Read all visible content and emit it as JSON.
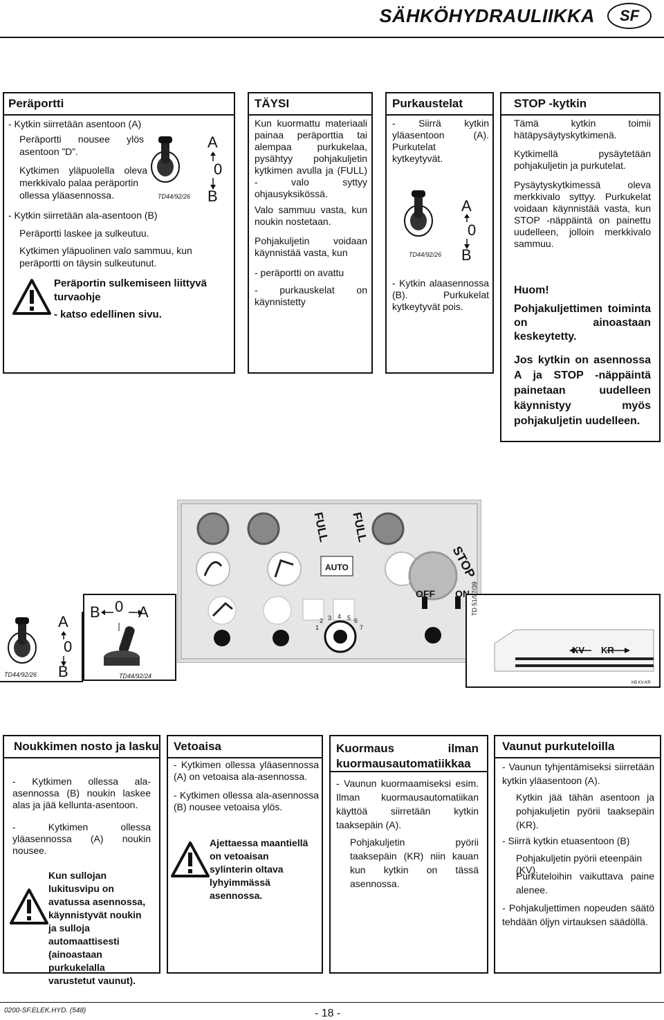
{
  "header": {
    "title": "SÄHKÖHYDRAULIIKKA",
    "badge": "SF"
  },
  "box_perportti": {
    "title": "Peräportti",
    "l1": "-  Kytkin siirretään asentoon (A)",
    "l2": "Peräportti nousee ylös",
    "l3": "asentoon ”D”.",
    "l4": "Kytkimen yläpuolella oleva",
    "l5": "merkkivalo palaa peräportin",
    "l6": "ollessa yläasennossa.",
    "l7": "-  Kytkin siirretään ala-asentoon (B)",
    "l8": "Peräportti laskee ja sulkeutuu.",
    "l9": "Kytkimen yläpuolinen valo sammuu, kun",
    "l10": "peräportti on täysin sulkeutunut.",
    "warn1": "Peräportin sulkemiseen liittyvä",
    "warn2": "turvaohje",
    "warn3": "- katso edellinen sivu.",
    "code": "TD44/92/26",
    "sw_a": "A",
    "sw_0": "0",
    "sw_b": "B"
  },
  "box_taysi": {
    "title": "TÄYSI",
    "p1": "Kun kuormattu materiaali painaa peräporttia tai alempaa purkukelaa, pysähtyy pohjakuljetin kytkimen avulla ja (FULL) - valo syttyy ohjausyksikössä.",
    "p2": "Valo sammuu vasta, kun noukin nostetaan.",
    "p3": "Pohjakuljetin voidaan käynnistää vasta, kun",
    "p4": "-  peräportti on avattu",
    "p5": "-  purkauskelat on käynnistetty"
  },
  "box_purk": {
    "title": "Purkaustelat",
    "p1": "-  Siirrä kytkin yläasentoon (A). Purkutelat kytkeytyvät.",
    "p2": "-  Kytkin alaasennossa (B). Purkukelat kytkeytyvät pois.",
    "code": "TD44/92/26",
    "sw_a": "A",
    "sw_0": "0",
    "sw_b": "B"
  },
  "box_stop": {
    "title": "STOP -kytkin",
    "p1": "Tämä kytkin toimii hätäpysäytyskytkimenä.",
    "p2": "Kytkimellä pysäytetään pohjakuljetin ja purkutelat.",
    "p3": "Pysäytyskytkimessä oleva merkkivalo syttyy. Purkukelat voidaan käynnistää vasta, kun STOP -näppäintä on painettu uudelleen, jolloin merkkivalo sammuu.",
    "p4": "Huom!",
    "p5": "Pohjakuljettimen toiminta on ainoastaan keskeytetty.",
    "p6": "Jos kytkin on asennossa A ja STOP -näppäintä painetaan uudelleen käynnistyy myös pohjakuljetin uudelleen."
  },
  "middle": {
    "sw1_a": "A",
    "sw1_0": "0",
    "sw1_b": "B",
    "sw1_code": "TD44/92/26",
    "sw2_b": "B",
    "sw2_0": "0",
    "sw2_a": "A",
    "sw2_code": "TD44/92/24",
    "panel_full1": "FULL",
    "panel_full2": "FULL",
    "panel_auto": "AUTO",
    "panel_stop": "STOP",
    "panel_off": "OFF",
    "panel_on": "ON",
    "panel_code": "TD 51/97/39",
    "kv": "KV",
    "kr": "KR",
    "kbcode": "KB KV-KR",
    "dial_nums": [
      "1",
      "2",
      "3",
      "4",
      "5",
      "6",
      "7"
    ]
  },
  "box_noukin": {
    "title": "Noukkimen nosto ja lasku",
    "p1": "-  Kytkimen ollessa ala-asennossa (B) noukin laskee alas ja jää kellunta-asentoon.",
    "p2": "-  Kytkimen ollessa yläasennossa (A) noukin nousee.",
    "warn": "Kun sullojan lukitusvipu on avatussa asennossa, käynnistyvät noukin ja sulloja automaattisesti (ainoastaan purkukelalla varustetut vaunut)."
  },
  "box_vetoaisa": {
    "title": "Vetoaisa",
    "p1": "-  Kytkimen ollessa yläasennossa (A) on vetoaisa ala-asennossa.",
    "p2": "-  Kytkimen ollessa ala-asennossa (B) nousee vetoaisa ylös.",
    "warn": "Ajettaessa maantiellä on vetoaisan sylinterin oltava lyhyimmässä asennossa."
  },
  "box_kuormaus": {
    "title": "Kuormaus ilman kuormausautomatiikkaa",
    "p1": "-  Vaunun kuormaamiseksi esim. Ilman kuormausautomatiikan käyttöä siirretään kytkin taaksepäin (A).",
    "p2": "Pohjakuljetin pyörii taaksepäin (KR) niin kauan kun kytkin on tässä asennossa."
  },
  "box_vaunut": {
    "title": "Vaunut purkuteloilla",
    "p1": "-  Vaunun tyhjentämiseksi siirretään kytkin yläasentoon (A).",
    "p2": "Kytkin jää tähän asentoon ja pohjakuljetin pyörii taaksepäin (KR).",
    "p3": "-  Siirrä kytkin etuasentoon (B)",
    "p4": "Pohjakuljetin pyörii eteenpäin (KV).",
    "p5": "Purkuteloihin vaikuttava paine alenee.",
    "p6": "-  Pohjakuljettimen nopeuden säätö tehdään öljyn virtauksen säädöllä."
  },
  "footer": {
    "code": "0200-SF.ELEK.HYD. (548)",
    "page": "- 18 -"
  }
}
